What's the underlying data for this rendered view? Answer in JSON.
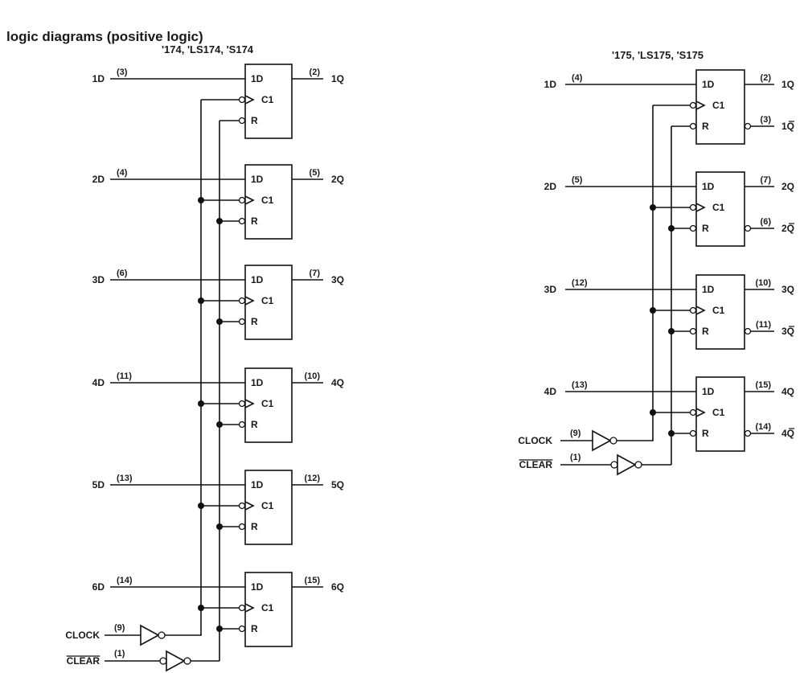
{
  "title": "logic diagrams (positive logic)",
  "diagrams": [
    {
      "subtitle": "'174, 'LS174, 'S174",
      "complementary_outputs": false,
      "flipflops": [
        {
          "input": "1D",
          "in_pin": "(3)",
          "output": "1Q",
          "out_pin": "(2)"
        },
        {
          "input": "2D",
          "in_pin": "(4)",
          "output": "2Q",
          "out_pin": "(5)"
        },
        {
          "input": "3D",
          "in_pin": "(6)",
          "output": "3Q",
          "out_pin": "(7)"
        },
        {
          "input": "4D",
          "in_pin": "(11)",
          "output": "4Q",
          "out_pin": "(10)"
        },
        {
          "input": "5D",
          "in_pin": "(13)",
          "output": "5Q",
          "out_pin": "(12)"
        },
        {
          "input": "6D",
          "in_pin": "(14)",
          "output": "6Q",
          "out_pin": "(15)"
        }
      ],
      "clock": {
        "label": "CLOCK",
        "pin": "(9)"
      },
      "clear": {
        "label": "CLEAR",
        "pin": "(1)",
        "overbar": true
      }
    },
    {
      "subtitle": "'175, 'LS175, 'S175",
      "complementary_outputs": true,
      "flipflops": [
        {
          "input": "1D",
          "in_pin": "(4)",
          "output": "1Q",
          "out_pin": "(2)",
          "qbar": "1Q",
          "qbar_pin": "(3)"
        },
        {
          "input": "2D",
          "in_pin": "(5)",
          "output": "2Q",
          "out_pin": "(7)",
          "qbar": "2Q",
          "qbar_pin": "(6)"
        },
        {
          "input": "3D",
          "in_pin": "(12)",
          "output": "3Q",
          "out_pin": "(10)",
          "qbar": "3Q",
          "qbar_pin": "(11)"
        },
        {
          "input": "4D",
          "in_pin": "(13)",
          "output": "4Q",
          "out_pin": "(15)",
          "qbar": "4Q",
          "qbar_pin": "(14)"
        }
      ],
      "clock": {
        "label": "CLOCK",
        "pin": "(9)"
      },
      "clear": {
        "label": "CLEAR",
        "pin": "(1)",
        "overbar": true
      }
    }
  ],
  "block_labels": {
    "d": "1D",
    "clk": "C1",
    "reset": "R"
  }
}
